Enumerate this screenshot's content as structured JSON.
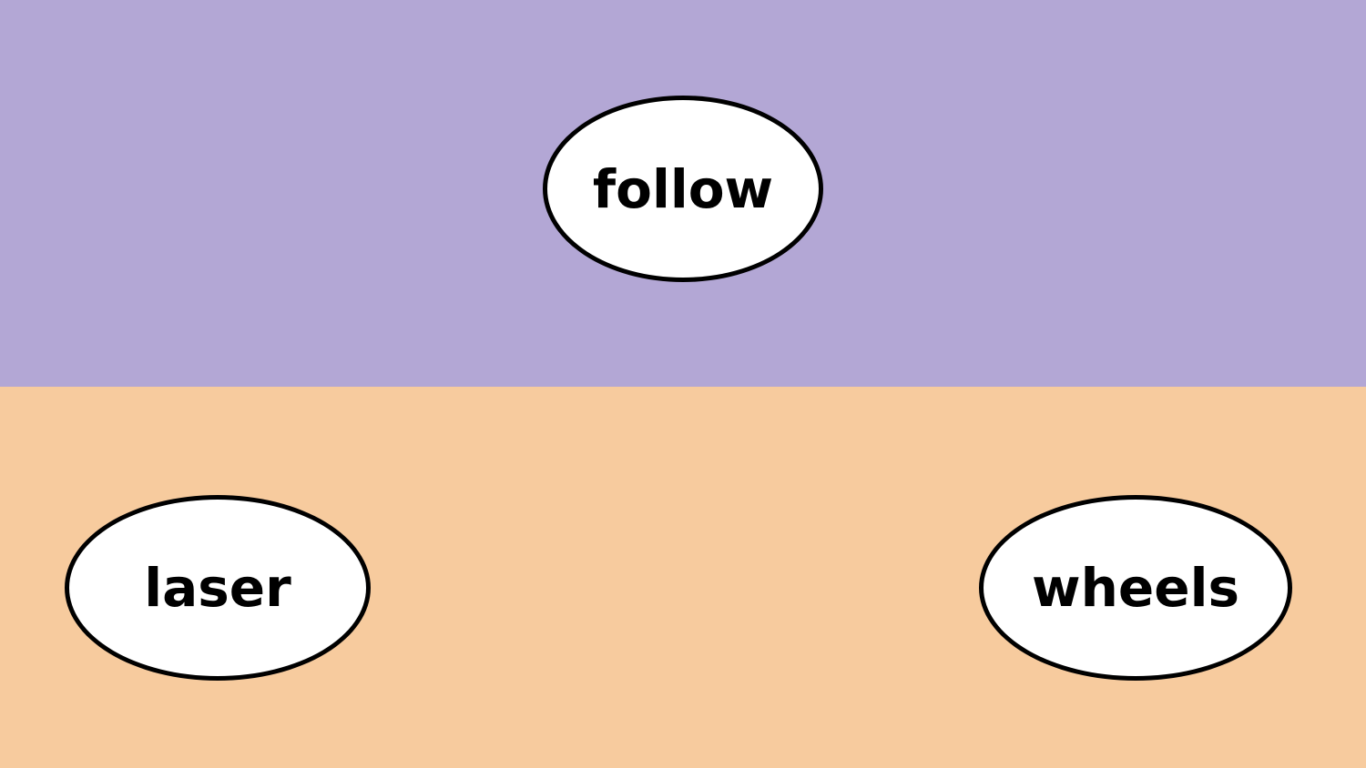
{
  "colors": {
    "top_band": "#b3a7d5",
    "bottom_band": "#f7cb9e",
    "node_fill": "#ffffff",
    "node_stroke": "#000000"
  },
  "nodes": {
    "follow": "follow",
    "laser": "laser",
    "wheels": "wheels"
  }
}
